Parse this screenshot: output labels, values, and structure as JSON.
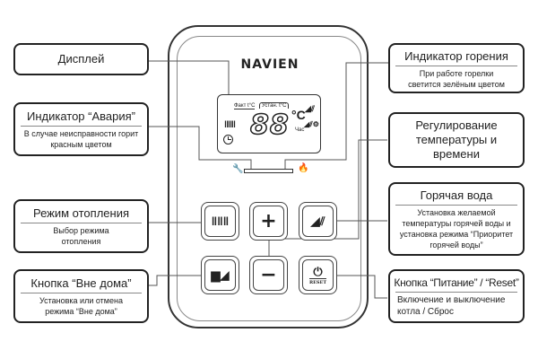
{
  "device": {
    "brand": "NAVIEN",
    "display": {
      "label_actual": "Факт t°C",
      "label_set": "Устан. t°C",
      "digits": "88",
      "unit": "°C",
      "unit_hour": "Час",
      "radiator_glyph": "ǁǁǁ",
      "tap_glyph": "◢⫽",
      "tap_priority_glyph": "◢⫽⚙"
    },
    "indicator_bar": {
      "wrench": "🔧",
      "flame": "🔥"
    },
    "buttons": [
      {
        "id": "heating",
        "glyph": "ǁǁǁ"
      },
      {
        "id": "plus",
        "glyph": "+"
      },
      {
        "id": "hot-water",
        "glyph": "◢⫽"
      },
      {
        "id": "away",
        "glyph": "▆◢"
      },
      {
        "id": "minus",
        "glyph": "−"
      },
      {
        "id": "power",
        "glyph": "⏻",
        "sub": "RESET"
      }
    ]
  },
  "callouts": {
    "display": {
      "title": "Дисплей"
    },
    "alarm": {
      "title": "Индикатор “Авария”",
      "desc": "В случае неисправности горит красным цветом"
    },
    "heating_mode": {
      "title": "Режим отопления",
      "desc": "Выбор режима отопления"
    },
    "away": {
      "title": "Кнопка “Вне дома”",
      "desc": "Установка или отмена режима “Вне дома”"
    },
    "flame": {
      "title": "Индикатор горения",
      "desc": "При работе горелки светится зелёным цветом"
    },
    "temp_time": {
      "title": "Регулирование температуры и времени"
    },
    "hot_water": {
      "title": "Горячая вода",
      "desc": "Установка желаемой температуры горячей воды и установка режима “Приоритет горячей воды”"
    },
    "power": {
      "title": "Кнопка “Питание” / “Reset”",
      "desc": "Включение и выключение котла / Сброс"
    }
  }
}
